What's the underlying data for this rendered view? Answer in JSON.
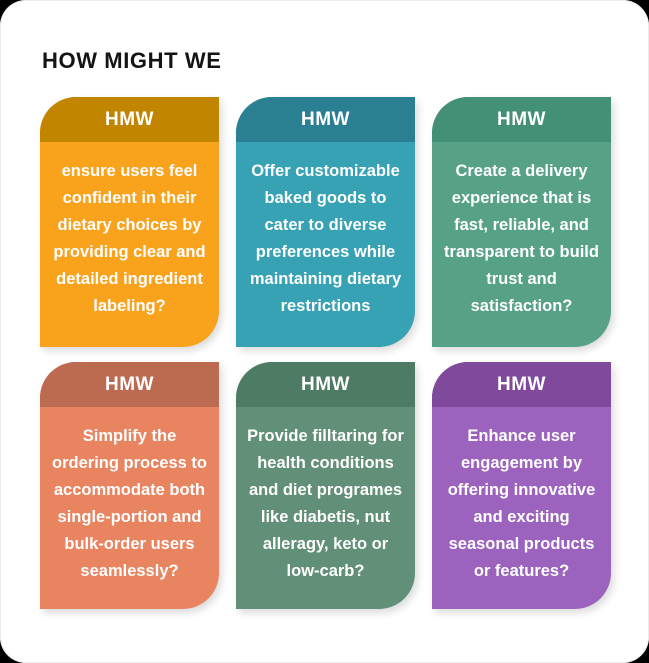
{
  "page": {
    "title": "HOW MIGHT WE",
    "background_color": "#ffffff",
    "outer_background_color": "#000000",
    "title_color": "#141414"
  },
  "cards": [
    {
      "tag": "HMW",
      "text": "ensure users feel confident in their dietary choices by providing clear and detailed ingredient labeling?",
      "header_color": "#c28500",
      "body_color": "#f9a21c",
      "text_color": "#ffffff"
    },
    {
      "tag": "HMW",
      "text": "Offer customizable baked goods to cater to diverse preferences while maintaining dietary restrictions",
      "header_color": "#2b7f93",
      "body_color": "#37a2b3",
      "text_color": "#ffffff"
    },
    {
      "tag": "HMW",
      "text": "Create a delivery experience that is fast, reliable, and transparent to build trust and satisfaction?",
      "header_color": "#449076",
      "body_color": "#57a287",
      "text_color": "#ffffff"
    },
    {
      "tag": "HMW",
      "text": "Simplify the ordering process to accommodate both single-portion and bulk-order users seamlessly?",
      "header_color": "#bc6a50",
      "body_color": "#e8845f",
      "text_color": "#ffffff"
    },
    {
      "tag": "HMW",
      "text": "Provide filltaring for health conditions and diet programes like diabetis, nut alleragy, keto or low-carb?",
      "header_color": "#4d7b64",
      "body_color": "#628f78",
      "text_color": "#ffffff"
    },
    {
      "tag": "HMW",
      "text": "Enhance user engagement by offering innovative and exciting seasonal products or features?",
      "header_color": "#7f4a9c",
      "body_color": "#9c63be",
      "text_color": "#ffffff"
    }
  ]
}
